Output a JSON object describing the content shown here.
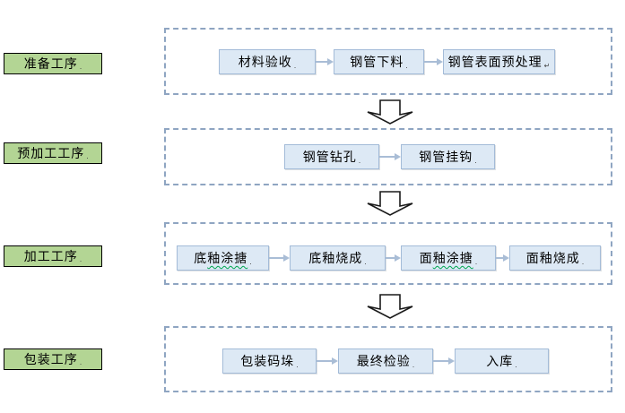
{
  "stages": [
    {
      "label": "准备工序",
      "mark": ".",
      "steps": [
        {
          "label": "材料验收",
          "mark": "."
        },
        {
          "label": "钢管下料",
          "mark": "."
        },
        {
          "label": "钢管表面预处理",
          "mark": "↵"
        }
      ]
    },
    {
      "label": "预加工工序",
      "mark": ".",
      "steps": [
        {
          "label": "钢管钻孔",
          "mark": "."
        },
        {
          "label": "钢管挂钩",
          "mark": "."
        }
      ]
    },
    {
      "label": "加工工序",
      "mark": ".",
      "steps": [
        {
          "head": "底",
          "misspelled": "釉涂搪",
          "mark": "."
        },
        {
          "label": "底釉烧成",
          "mark": "."
        },
        {
          "head": "面",
          "misspelled": "釉涂搪",
          "mark": "."
        },
        {
          "label": "面釉烧成",
          "mark": "."
        }
      ]
    },
    {
      "label": "包装工序",
      "mark": ".",
      "steps": [
        {
          "label": "包装码垛",
          "mark": "."
        },
        {
          "label": "最终检验",
          "mark": "."
        },
        {
          "label": "入库",
          "mark": "."
        }
      ]
    }
  ],
  "colors": {
    "stage_fill": "#b3d594",
    "stage_border": "#000000",
    "step_fill": "#dde9f5",
    "step_border": "#a3bbd8",
    "group_dash": "#8fa5c2",
    "connector": "#a9bdd6",
    "spellcheck_underline": "#00a550",
    "down_arrow_fill": "#ffffff",
    "down_arrow_stroke": "#1a1a1a"
  }
}
